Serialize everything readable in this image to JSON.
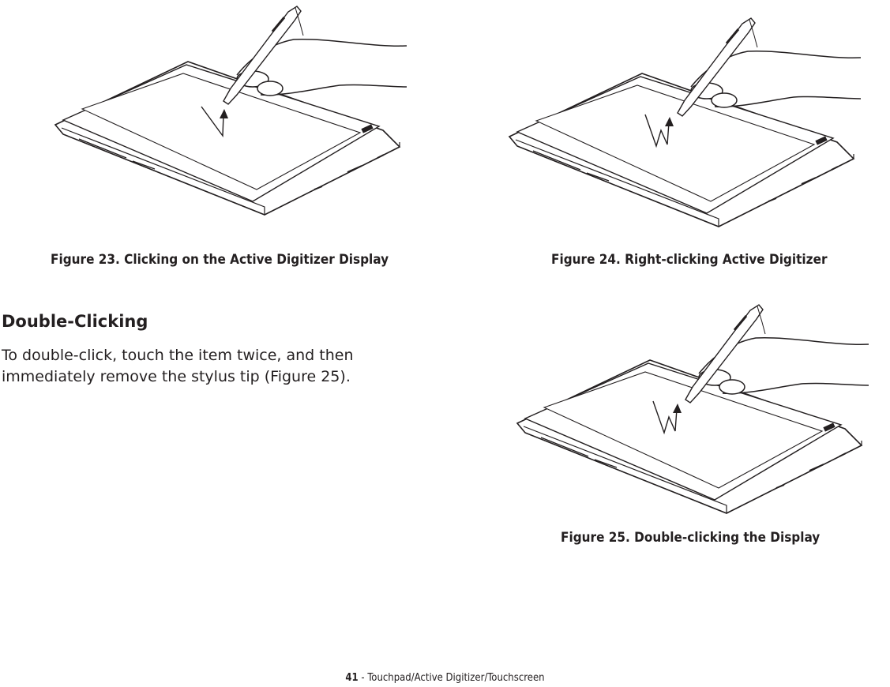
{
  "figures": [
    {
      "caption": "Figure 23.  Clicking on the Active Digitizer Display",
      "arrow": "single",
      "icon": "stylus-click-illustration"
    },
    {
      "caption": "Figure 24.  Right-clicking Active Digitizer",
      "arrow": "double",
      "icon": "stylus-right-click-illustration"
    },
    {
      "caption": "Figure 25.  Double-clicking the Display",
      "arrow": "double",
      "icon": "stylus-double-click-illustration"
    }
  ],
  "section": {
    "heading": "Double-Clicking",
    "body": "To double-click, touch the item twice, and then immediately remove the stylus tip (Figure 25)."
  },
  "footer": {
    "page_number": "41",
    "separator": " - ",
    "section_title": "Touchpad/Active Digitizer/Touchscreen"
  }
}
